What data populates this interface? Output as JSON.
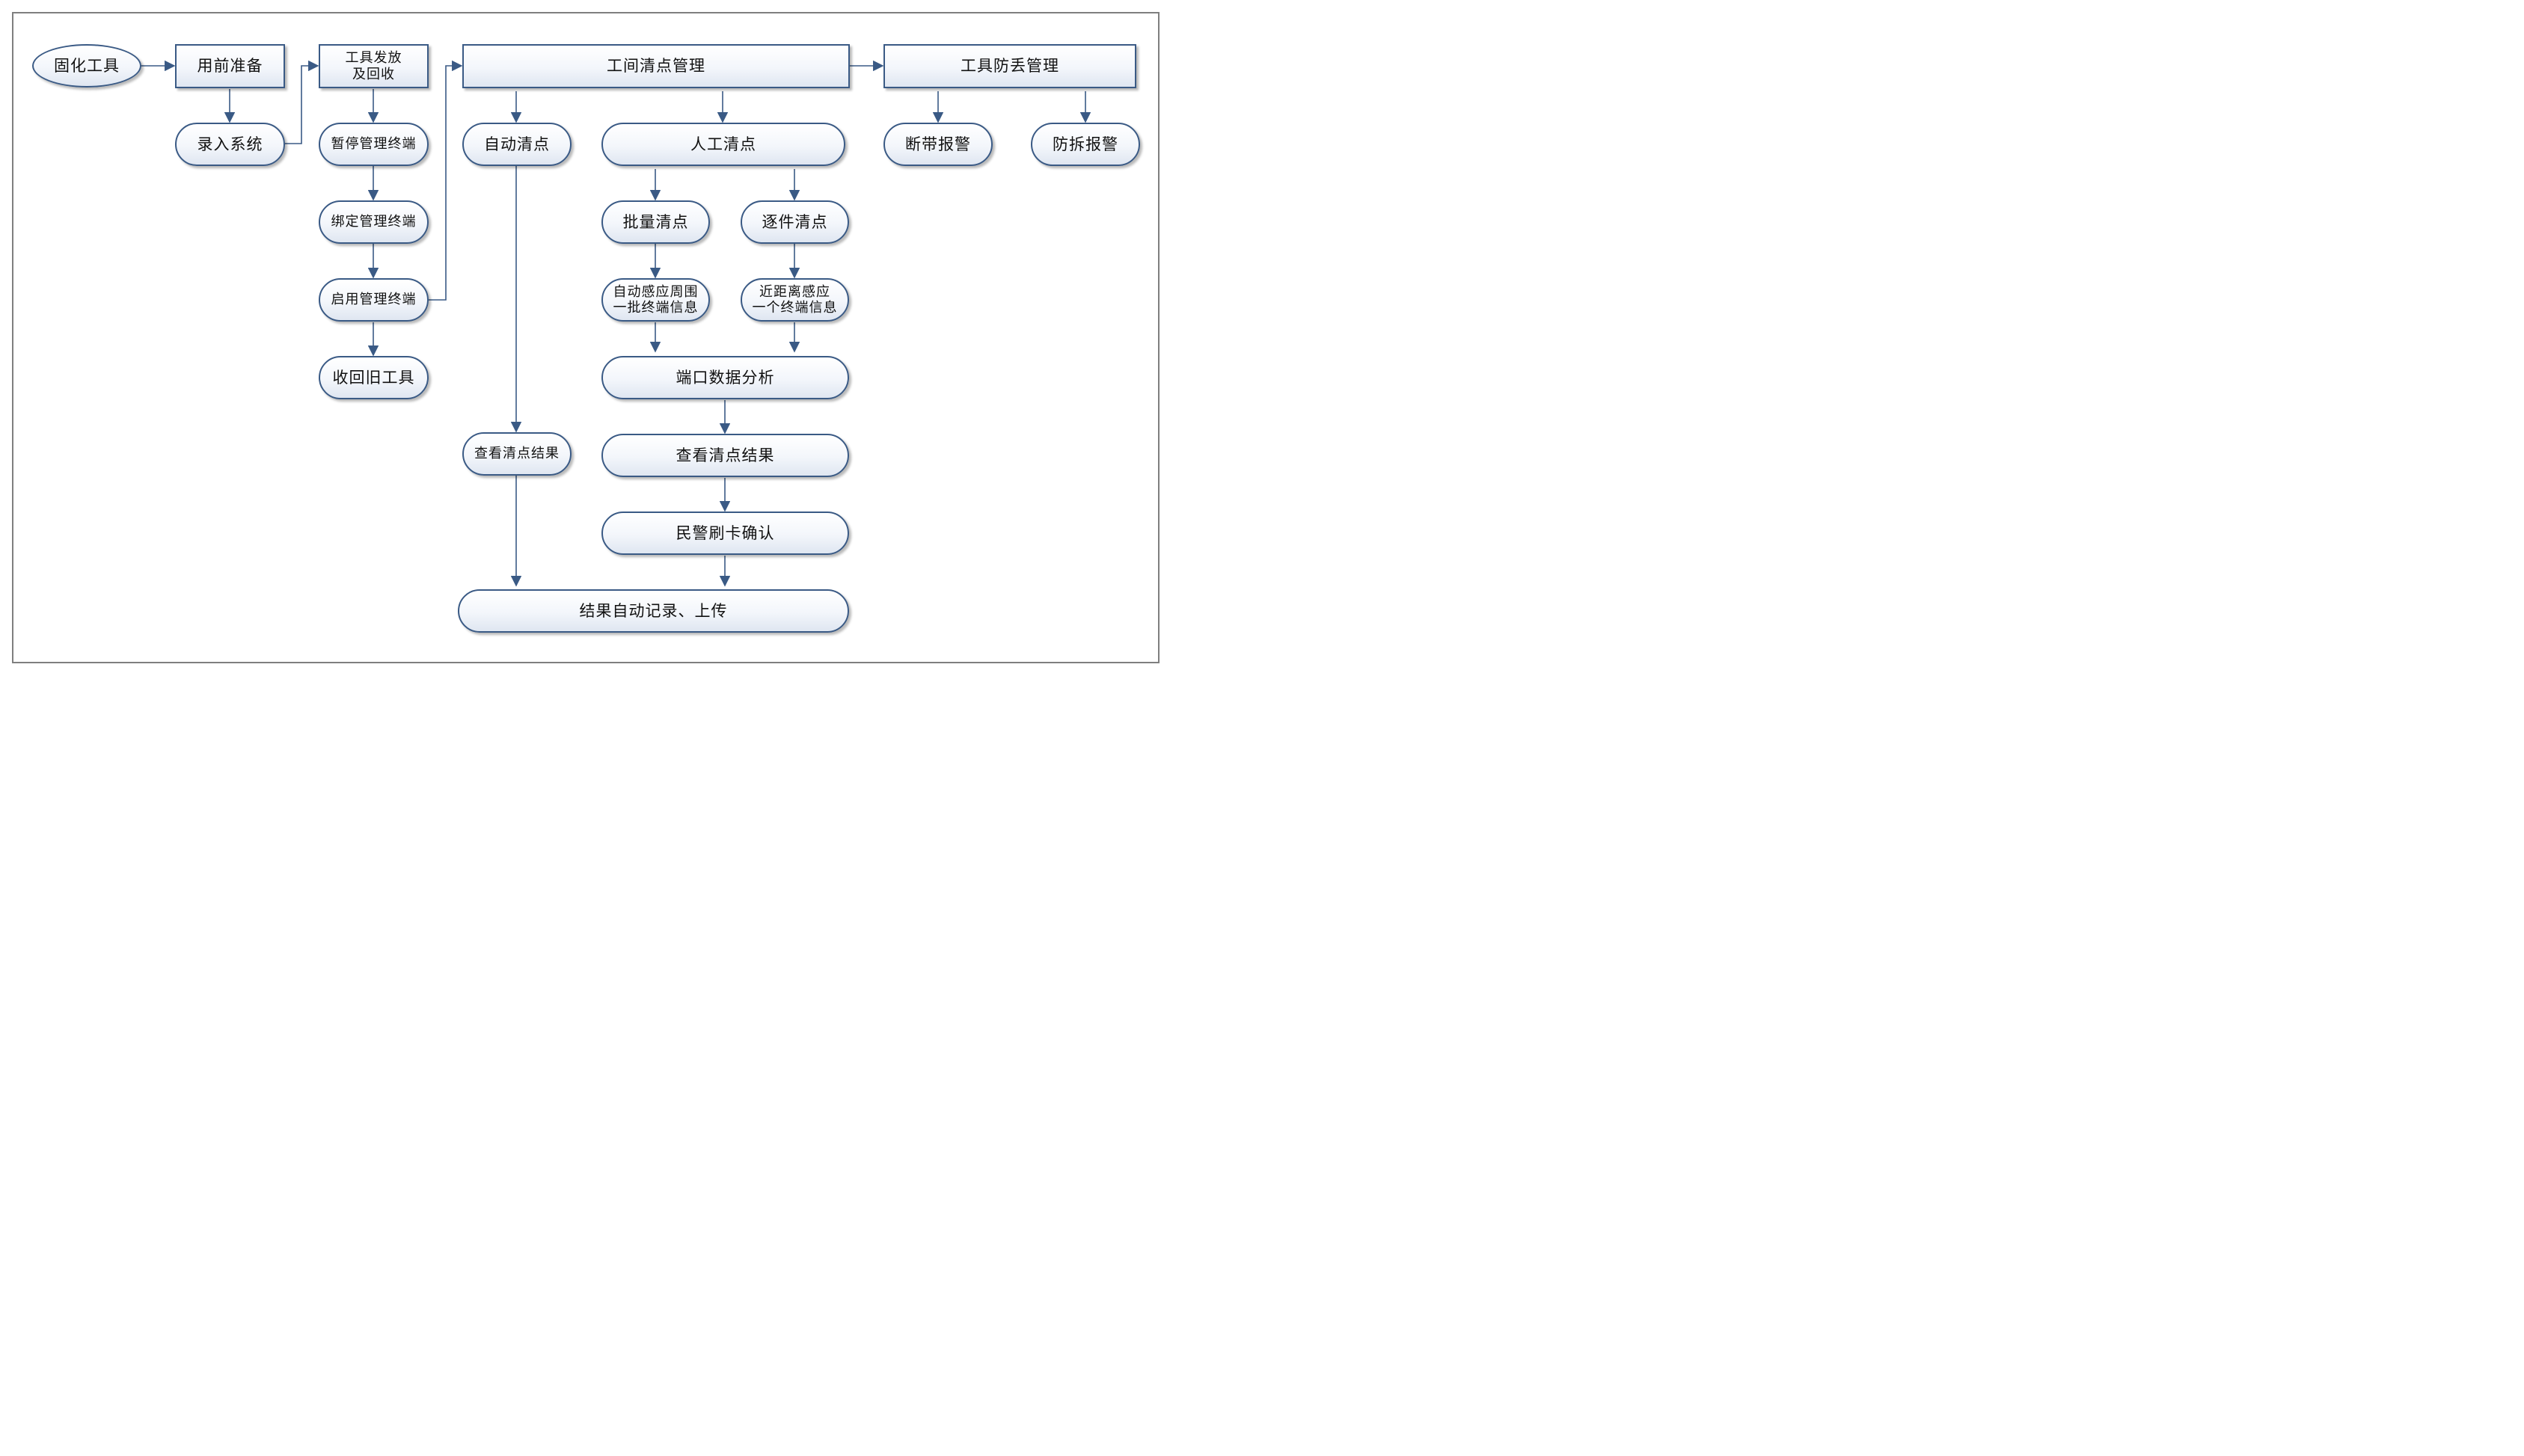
{
  "colors": {
    "stroke": "#3a5a85",
    "frame": "#7f7f7f",
    "fill_top": "#ffffff",
    "fill_bottom": "#dfe6f1"
  },
  "nodes": {
    "solidify_tools": "固化工具",
    "pre_use_prep": "用前准备",
    "enter_system": "录入系统",
    "tool_issue_return": "工具发放\n及回收",
    "pause_terminal": "暂停管理终端",
    "bind_terminal": "绑定管理终端",
    "enable_terminal": "启用管理终端",
    "recover_old_tools": "收回旧工具",
    "inventory_management": "工间清点管理",
    "anti_loss_management": "工具防丢管理",
    "auto_inventory": "自动清点",
    "manual_inventory": "人工清点",
    "belt_break_alarm": "断带报警",
    "tamper_alarm": "防拆报警",
    "batch_inventory": "批量清点",
    "item_inventory": "逐件清点",
    "auto_sense_batch": "自动感应周围\n一批终端信息",
    "close_sense_single": "近距离感应\n一个终端信息",
    "port_data_analysis": "端口数据分析",
    "view_result_auto": "查看清点结果",
    "view_result_manual": "查看清点结果",
    "police_card_confirm": "民警刷卡确认",
    "auto_record_upload": "结果自动记录、上传"
  }
}
